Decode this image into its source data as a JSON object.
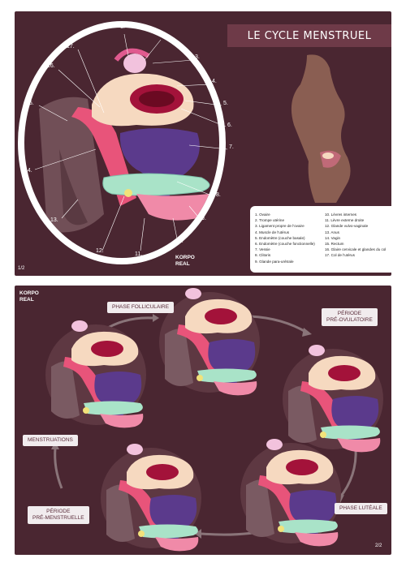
{
  "page1": {
    "title": "LE CYCLE MENSTRUEL",
    "page_number": "1/2",
    "brand": {
      "line1": "KORPO",
      "line2": "REAL"
    },
    "numbers": [
      "1.",
      "2.",
      "3.",
      "4.",
      "5.",
      "6.",
      "7.",
      "8.",
      "9.",
      "10.",
      "11.",
      "12.",
      "13.",
      "14.",
      "15.",
      "16.",
      "17."
    ],
    "legend_left": [
      "1. Ovaire",
      "2. Trompe utérine",
      "3. Ligament propre de l'ovaire",
      "4. Muscle de l'utérus",
      "5. Endomètre (couche basale)",
      "6. Endomètre (couche fonctionnelle)",
      "7. Vessie",
      "8. Clitoris",
      "9. Glande para-urétrale"
    ],
    "legend_right": [
      "10. Lèvres internes",
      "11. Lèvre externe droite",
      "12. Glande vulvo-vaginale",
      "13. Anus",
      "14. Vagin",
      "15. Rectum",
      "16. Glaire cervicale et glandes du col",
      "17. Col de l'utérus"
    ]
  },
  "page2": {
    "page_number": "2/2",
    "brand": {
      "line1": "KORPO",
      "line2": "REAL"
    },
    "phases": {
      "folliculaire": "PHASE FOLLICULAIRE",
      "pre_ovulatoire_1": "PÉRIODE",
      "pre_ovulatoire_2": "PRÉ-OVULATOIRE",
      "luteale": "PHASE LUTÉALE",
      "pre_menstruelle_1": "PÉRIODE",
      "pre_menstruelle_2": "PRÉ-MENSTRUELLE",
      "menstruations": "MENSTRUATIONS"
    }
  },
  "colors": {
    "background": "#4a2631",
    "banner": "#6e3a48",
    "uterus_outer": "#f6d9c0",
    "uterus_inner": "#a3123a",
    "bladder": "#5b3a8c",
    "vagina": "#e8547a",
    "vulva": "#f08aa8",
    "clitoris_green": "#a9e3c8",
    "ovary": "#f2c2dd"
  }
}
